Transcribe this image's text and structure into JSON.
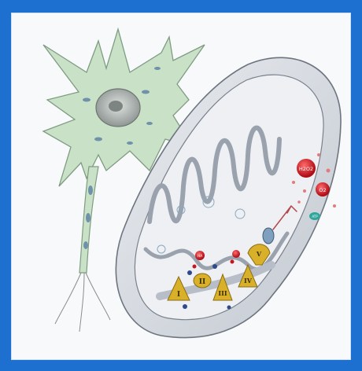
{
  "diagram": {
    "labels": {
      "h2o2": "H2O2",
      "o2": "O2",
      "atp": "ATP",
      "ha": "HA",
      "complex_1": "I",
      "complex_2": "II",
      "complex_3": "III",
      "complex_4": "IV",
      "complex_5": "V"
    },
    "colors": {
      "frame": "#1d6fd0",
      "canvas": "#f7f9fb",
      "neuron": "#c9e2c7",
      "mitochondrion": "#d9dde3",
      "complex": "#d9b02a",
      "ros": "#c8141e",
      "atp": "#2ea69b"
    }
  }
}
